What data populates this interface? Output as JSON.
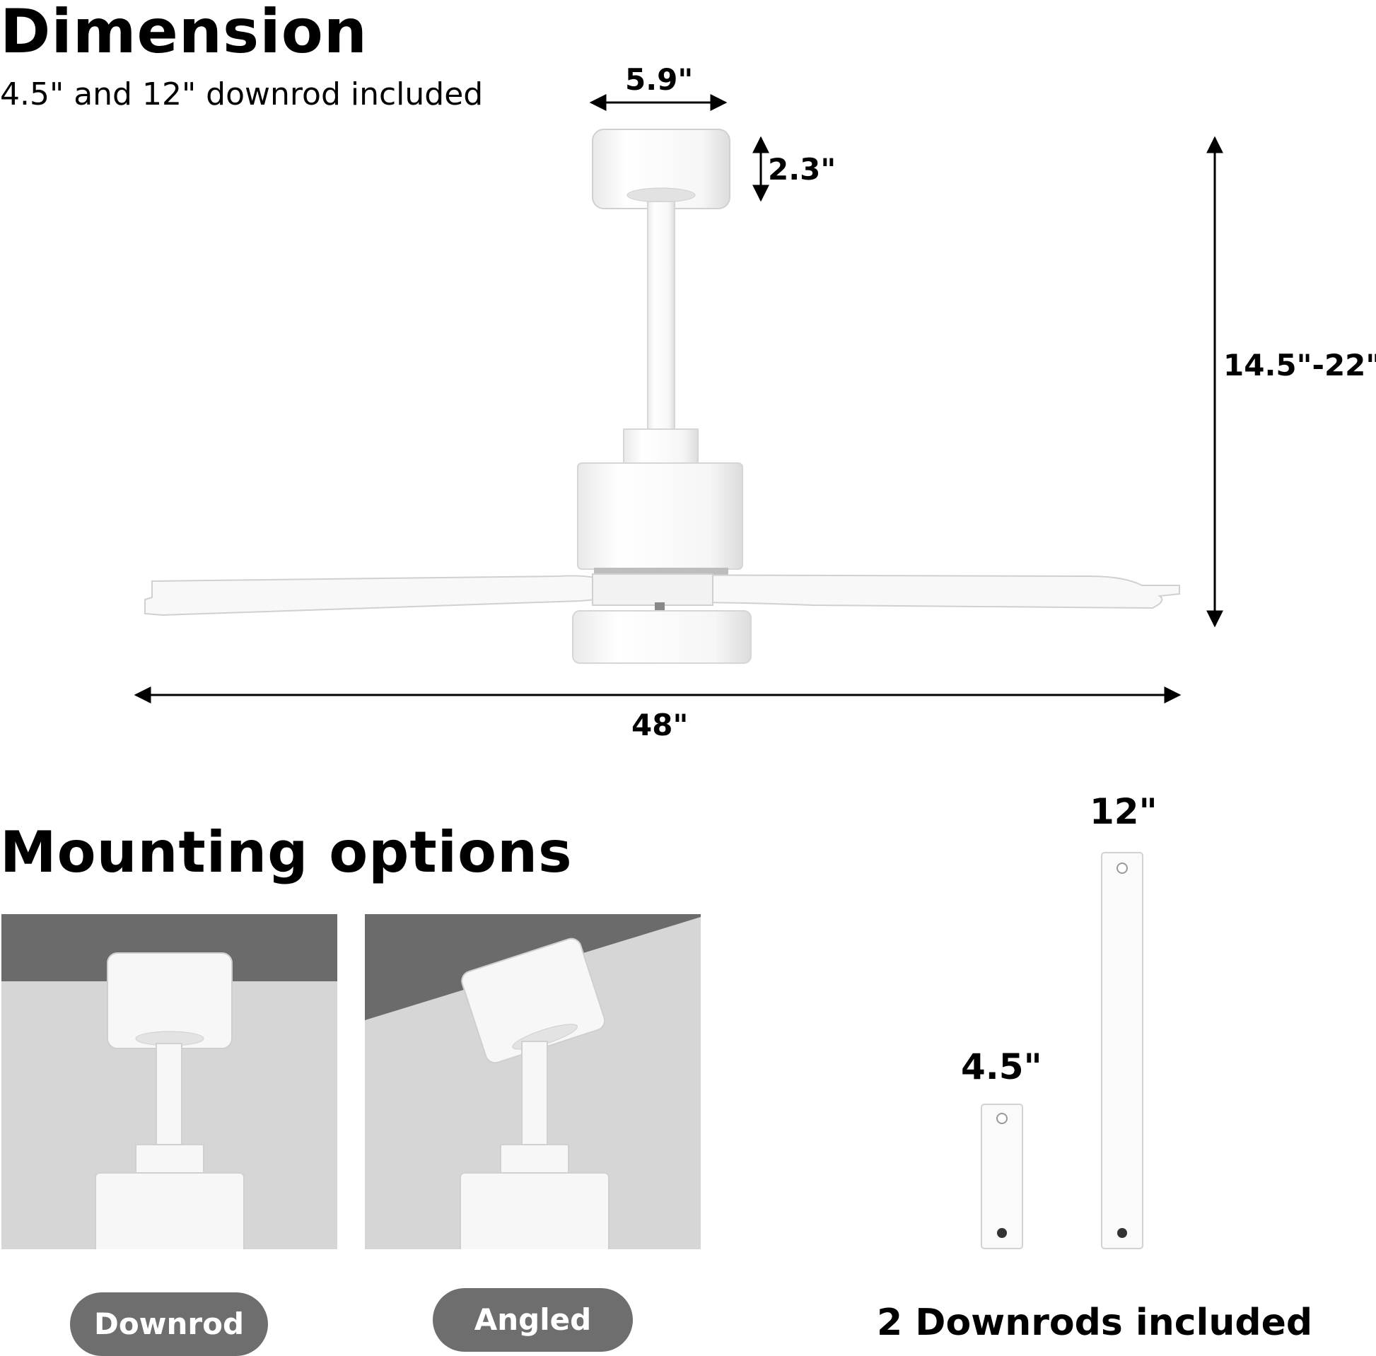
{
  "header": {
    "title": "Dimension",
    "subtitle": "4.5\" and 12\" downrod included"
  },
  "dimensions": {
    "canopy_width": "5.9\"",
    "canopy_height": "2.3\"",
    "overall_height": "14.5\"-22\"",
    "blade_span": "48\""
  },
  "mounting": {
    "title": "Mounting options",
    "options": [
      {
        "label": "Downrod"
      },
      {
        "label": "Angled"
      }
    ]
  },
  "downrods": {
    "long_label": "12\"",
    "short_label": "4.5\"",
    "caption": "2 Downrods included"
  },
  "colors": {
    "ceiling": "#6b6b6b",
    "panel_background": "#d6d6d6",
    "pill": "#6e6e6e",
    "fixture": "#ffffff"
  }
}
